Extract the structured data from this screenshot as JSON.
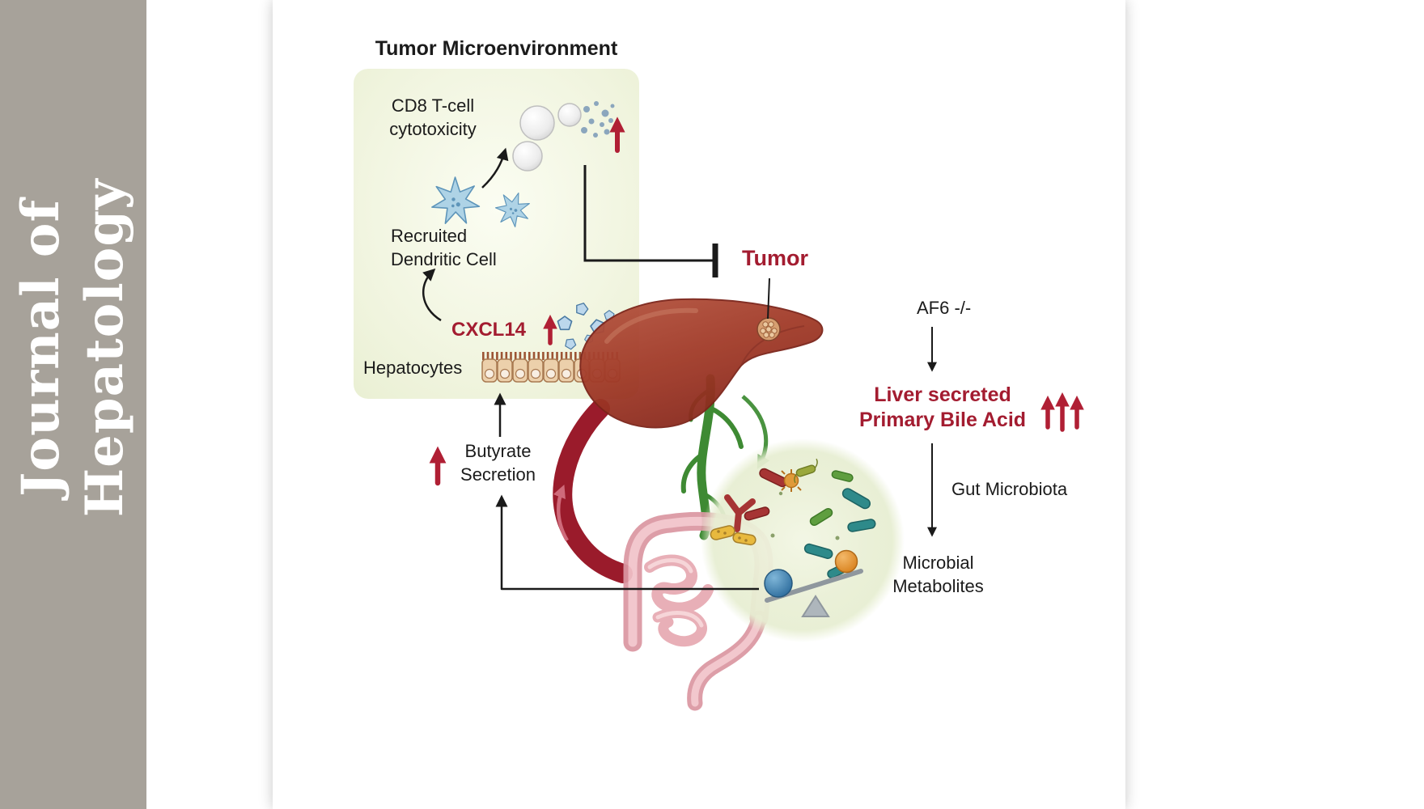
{
  "journal": {
    "line1": "Journal of",
    "line2": "Hepatology"
  },
  "figure": {
    "title": "Tumor Microenvironment",
    "cd8": {
      "line1": "CD8 T-cell",
      "line2": "cytotoxicity"
    },
    "dendritic": {
      "line1": "Recruited",
      "line2": "Dendritic Cell"
    },
    "cxcl14": "CXCL14",
    "hepatocytes": "Hepatocytes",
    "tumor": "Tumor",
    "butyrate": {
      "line1": "Butyrate",
      "line2": "Secretion"
    },
    "af6": "AF6 -/-",
    "bile": {
      "line1": "Liver secreted",
      "line2": "Primary Bile Acid"
    },
    "gut_microbiota": "Gut Microbiota",
    "metabolites": {
      "line1": "Microbial",
      "line2": "Metabolites"
    }
  },
  "colors": {
    "accent_red": "#a31c30",
    "sidebar_gray": "#a7a29a",
    "box_green": "#edf2da",
    "liver_red": "#a03927",
    "vessel_green": "#3e8a33",
    "portal_red": "#9a1b2b",
    "intestine_pink": "#db97a2",
    "microbe_teal": "#2e8a8a",
    "balance_blue": "#2f6e9e",
    "balance_orange": "#d9831f"
  }
}
